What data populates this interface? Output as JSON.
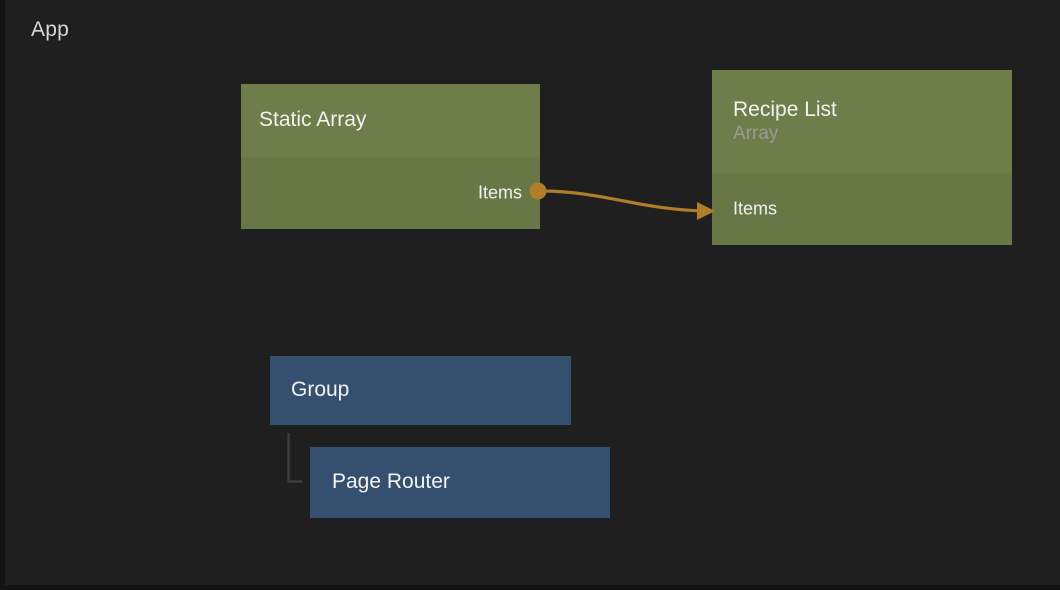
{
  "canvas": {
    "title": "App",
    "background_color": "#1f1f1f",
    "frame_color": "#131313"
  },
  "colors": {
    "array_header": "#6f7d4b",
    "array_body": "#697747",
    "group_fill": "#35506e",
    "wire": "#b07d28",
    "tree_connector": "#3d3d3d",
    "title_text": "#f2f2f2",
    "subtitle_text": "#9b9b94"
  },
  "nodes": [
    {
      "id": "static-array",
      "title": "Static Array",
      "subtitle": "",
      "kind": "array",
      "ports": [
        {
          "label": "Items",
          "side": "output"
        }
      ]
    },
    {
      "id": "recipe-list",
      "title": "Recipe List",
      "subtitle": "Array",
      "kind": "array",
      "ports": [
        {
          "label": "Items",
          "side": "input"
        }
      ]
    },
    {
      "id": "group",
      "title": "Group",
      "subtitle": "",
      "kind": "group",
      "ports": []
    },
    {
      "id": "page-router",
      "title": "Page Router",
      "subtitle": "",
      "kind": "group",
      "ports": []
    }
  ],
  "connections": [
    {
      "id": "items-to-items",
      "from_node": "static-array",
      "from_port": "Items",
      "to_node": "recipe-list",
      "to_port": "Items",
      "style": "curve"
    },
    {
      "id": "group-to-page-router",
      "from_node": "group",
      "to_node": "page-router",
      "style": "tree"
    }
  ]
}
